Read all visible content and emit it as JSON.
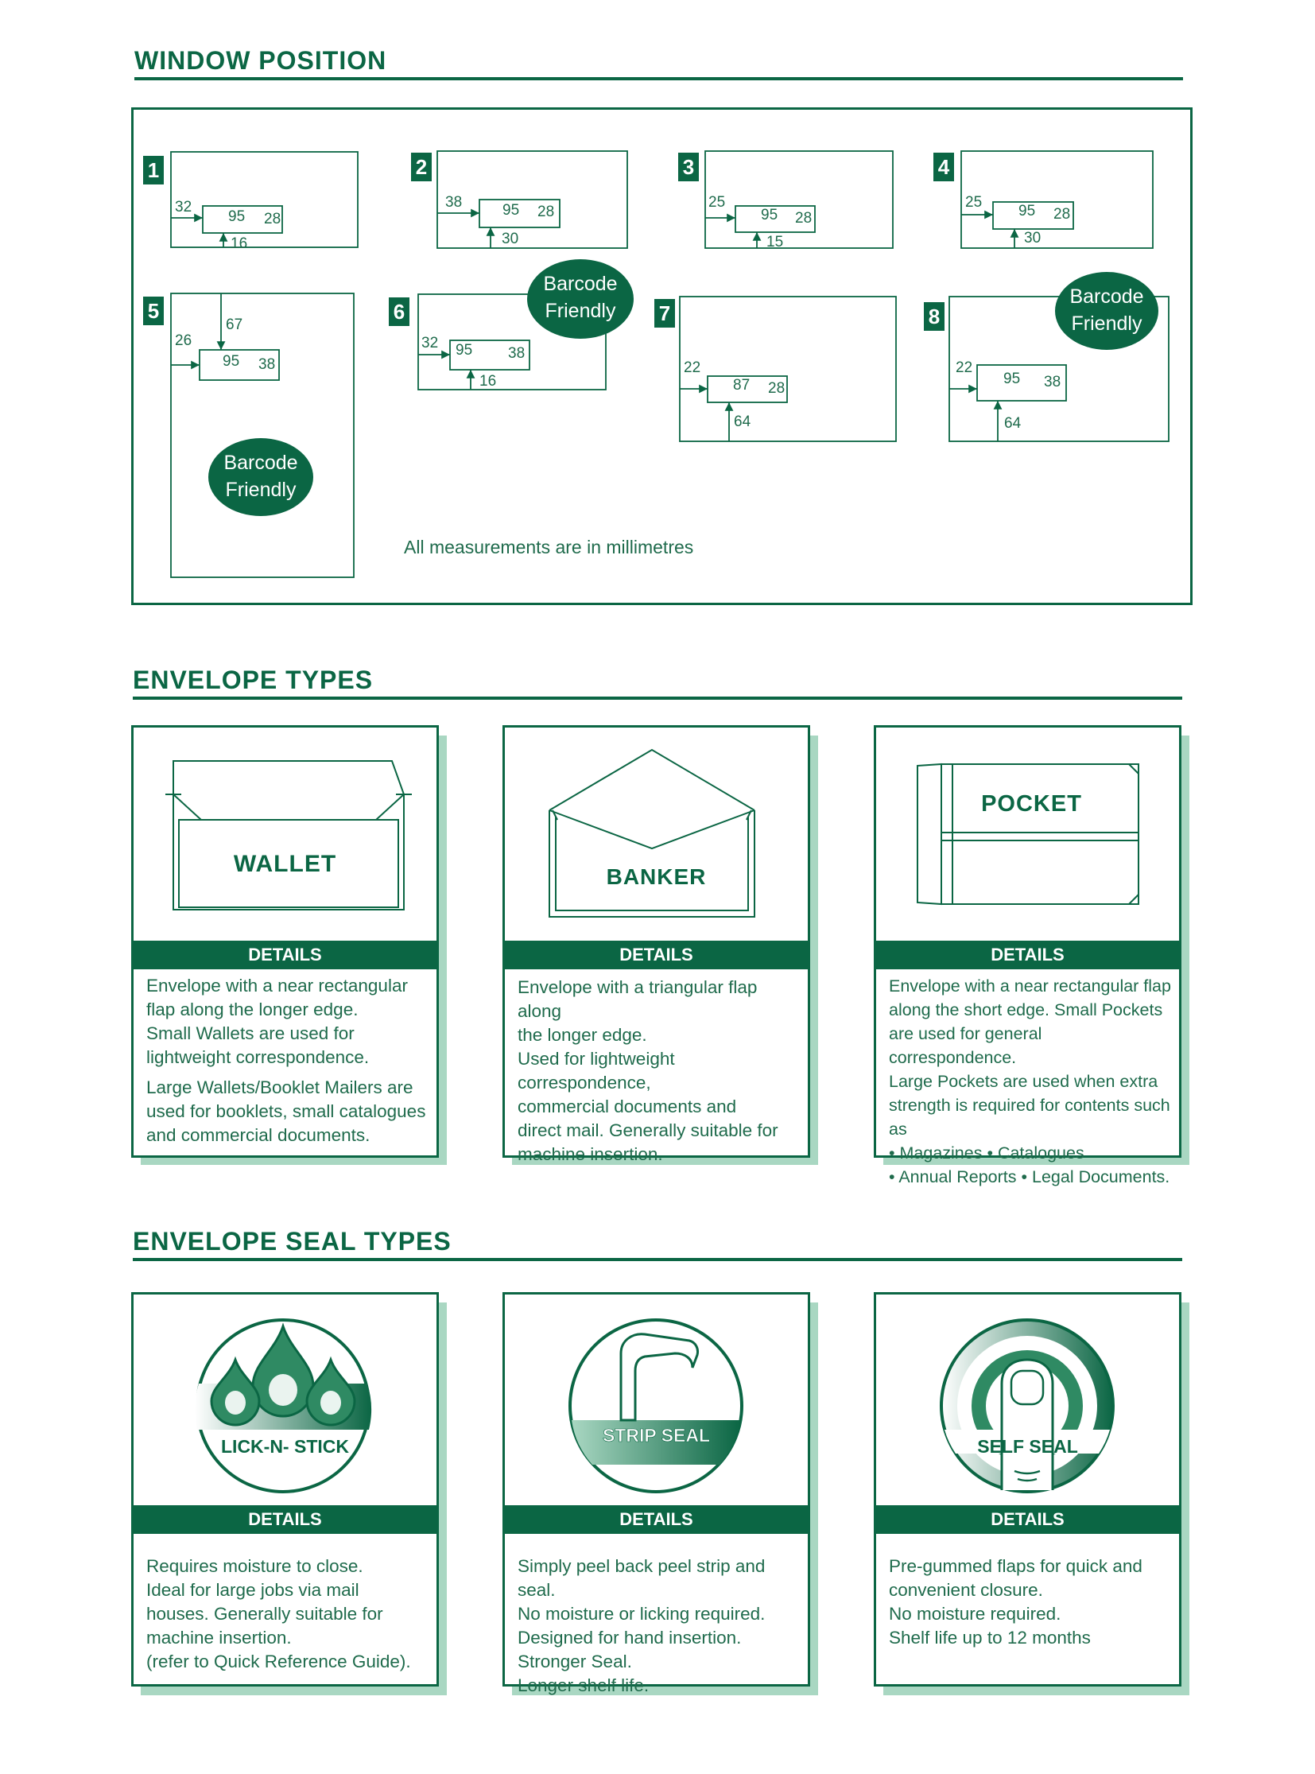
{
  "window_position": {
    "title": "WINDOW POSITION",
    "note": "All measurements are in millimetres",
    "badge_text": [
      "Barcode",
      "Friendly"
    ],
    "diagrams": [
      {
        "number": "1",
        "left": "32",
        "width": "95",
        "height": "28",
        "bottom": "16"
      },
      {
        "number": "2",
        "left": "38",
        "width": "95",
        "height": "28",
        "bottom": "30"
      },
      {
        "number": "3",
        "left": "25",
        "width": "95",
        "height": "28",
        "bottom": "15"
      },
      {
        "number": "4",
        "left": "25",
        "width": "95",
        "height": "28",
        "bottom": "30"
      },
      {
        "number": "5",
        "left": "26",
        "width": "95",
        "height": "38",
        "top": "67",
        "barcode_friendly": true
      },
      {
        "number": "6",
        "left": "32",
        "width": "95",
        "height": "38",
        "bottom": "16",
        "barcode_friendly": true
      },
      {
        "number": "7",
        "left": "22",
        "width": "87",
        "height": "28",
        "bottom": "64"
      },
      {
        "number": "8",
        "left": "22",
        "width": "95",
        "height": "38",
        "bottom": "64",
        "barcode_friendly": true
      }
    ]
  },
  "envelope_types": {
    "title": "ENVELOPE TYPES",
    "details_label": "DETAILS",
    "cards": [
      {
        "name": "WALLET",
        "paragraphs": [
          [
            "Envelope with a near rectangular",
            "flap along the longer edge.",
            "Small Wallets are used for",
            "lightweight correspondence."
          ],
          [
            "Large Wallets/Booklet Mailers are",
            "used for booklets, small catalogues",
            "and commercial documents."
          ]
        ]
      },
      {
        "name": "BANKER",
        "paragraphs": [
          [
            "Envelope with a triangular flap along",
            "the longer edge.",
            "Used for lightweight correspondence,",
            "commercial documents and",
            "direct mail. Generally suitable for",
            "machine insertion."
          ]
        ]
      },
      {
        "name": "POCKET",
        "paragraphs": [
          [
            "Envelope with a near rectangular flap",
            "along the short edge. Small Pockets",
            "are used for general correspondence.",
            "Large Pockets are used when extra",
            "strength is required for contents such as",
            "• Magazines • Catalogues",
            "• Annual Reports • Legal Documents."
          ]
        ]
      }
    ]
  },
  "seal_types": {
    "title": "ENVELOPE SEAL TYPES",
    "details_label": "DETAILS",
    "cards": [
      {
        "name": "LICK-N- STICK",
        "lines": [
          "Requires moisture to close.",
          "Ideal for large jobs via mail",
          "houses. Generally suitable for",
          "machine insertion.",
          "(refer to Quick Reference Guide)."
        ]
      },
      {
        "name": "STRIP SEAL",
        "lines": [
          "Simply peel back peel strip and seal.",
          "No moisture or licking required.",
          "Designed for hand insertion.",
          "Stronger Seal.",
          "Longer shelf life."
        ]
      },
      {
        "name": "SELF SEAL",
        "lines": [
          "Pre-gummed flaps for quick and",
          "convenient closure.",
          "No moisture required.",
          "Shelf life up to 12 months"
        ]
      }
    ]
  },
  "colors": {
    "brand_green": "#0b6644",
    "shadow_green": "#a9d7c2",
    "text_green": "#1f6b4c"
  }
}
